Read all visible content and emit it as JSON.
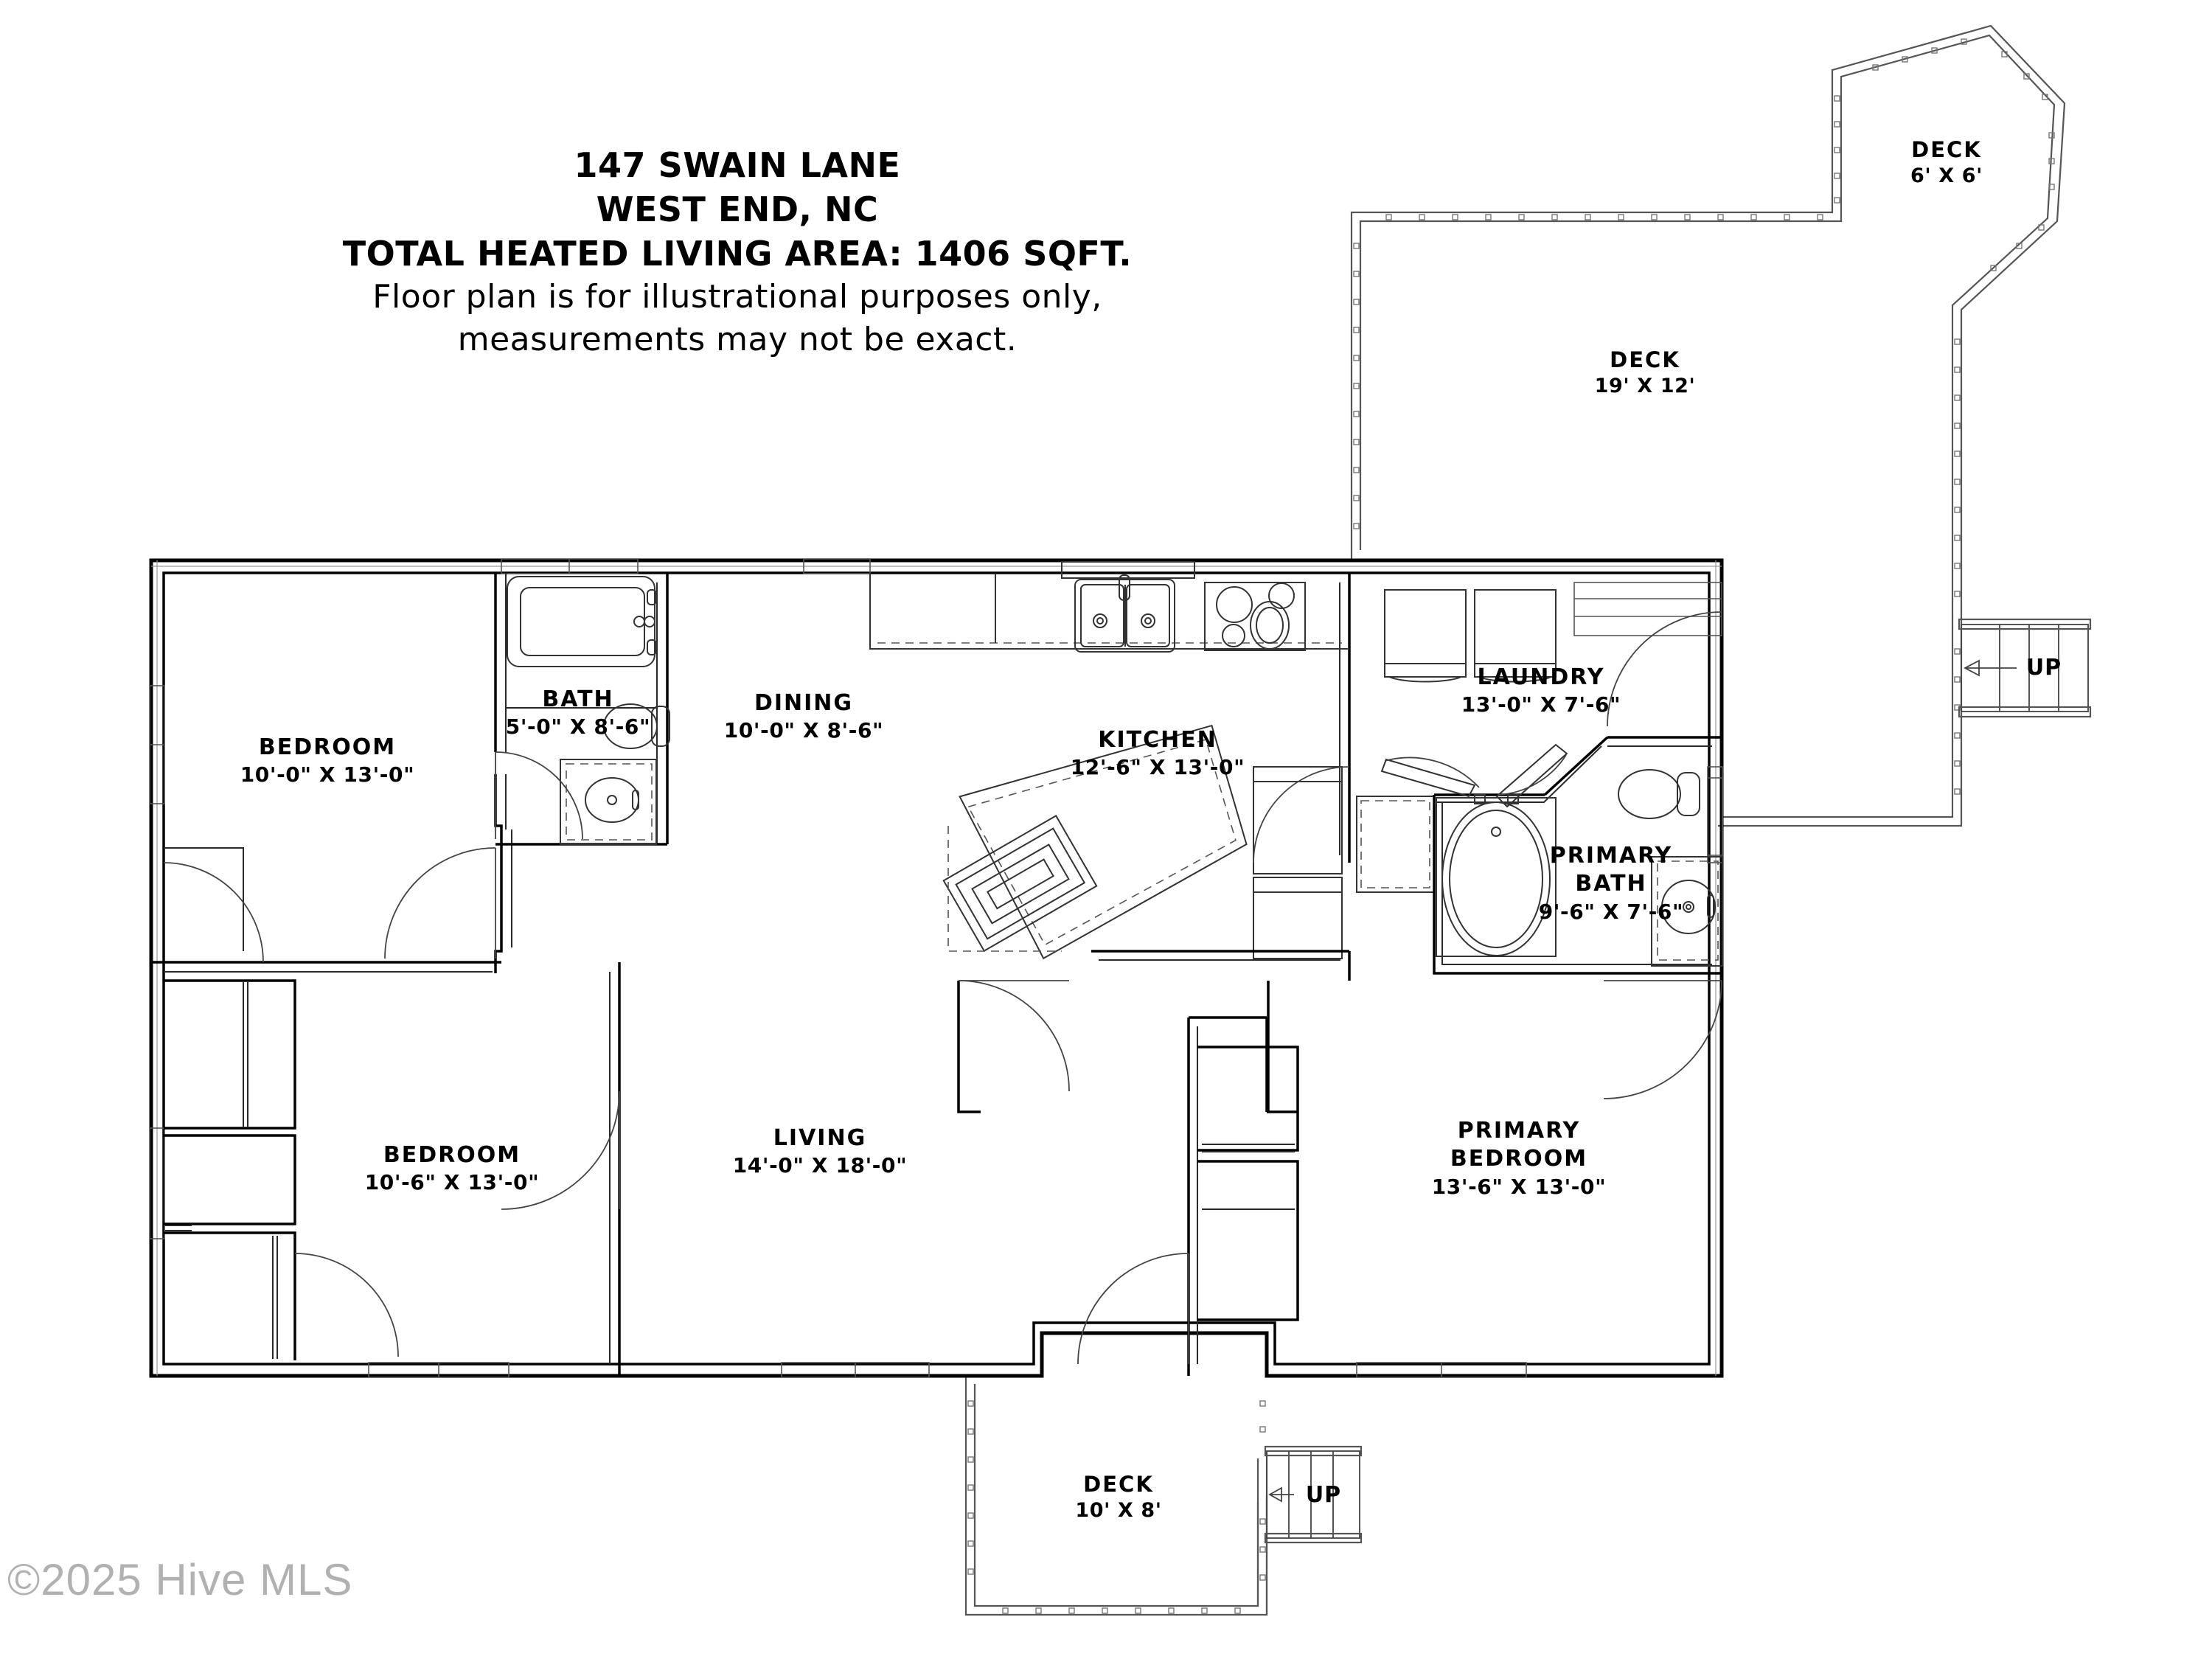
{
  "document": {
    "type": "residential-floor-plan",
    "watermark": "©2025 Hive MLS"
  },
  "title_block": {
    "address": "147 SWAIN LANE",
    "city_state": "WEST END, NC",
    "heated_area": "TOTAL HEATED LIVING AREA: 1406 SQFT.",
    "disclaimer_line1": "Floor plan is for illustrational purposes only,",
    "disclaimer_line2": "measurements may not be exact."
  },
  "rooms": [
    {
      "id": "bedroom-1",
      "name": "BEDROOM",
      "name2": "",
      "dimensions": "10'-0\" X 13'-0\""
    },
    {
      "id": "bath",
      "name": "BATH",
      "name2": "",
      "dimensions": "5'-0\" X 8'-6\""
    },
    {
      "id": "dining",
      "name": "DINING",
      "name2": "",
      "dimensions": "10'-0\" X 8'-6\""
    },
    {
      "id": "kitchen",
      "name": "KITCHEN",
      "name2": "",
      "dimensions": "12'-6\" X 13'-0\""
    },
    {
      "id": "laundry",
      "name": "LAUNDRY",
      "name2": "",
      "dimensions": "13'-0\" X 7'-6\""
    },
    {
      "id": "primary-bath",
      "name": "PRIMARY",
      "name2": "BATH",
      "dimensions": "9'-6\" X 7'-6\""
    },
    {
      "id": "bedroom-2",
      "name": "BEDROOM",
      "name2": "",
      "dimensions": "10'-6\" X 13'-0\""
    },
    {
      "id": "living",
      "name": "LIVING",
      "name2": "",
      "dimensions": "14'-0\" X 18'-0\""
    },
    {
      "id": "primary-bedroom",
      "name": "PRIMARY",
      "name2": "BEDROOM",
      "dimensions": "13'-6\" X 13'-0\""
    }
  ],
  "decks": [
    {
      "id": "deck-small-ne",
      "name": "DECK",
      "dimensions": "6' X 6'"
    },
    {
      "id": "deck-large-ne",
      "name": "DECK",
      "dimensions": "19' X 12'"
    },
    {
      "id": "deck-south",
      "name": "DECK",
      "dimensions": "10' X 8'"
    }
  ],
  "stairs": [
    {
      "id": "stair-east",
      "label": "UP"
    },
    {
      "id": "stair-south",
      "label": "UP"
    }
  ],
  "colors": {
    "wall": "#000000",
    "fixture": "#333333",
    "deck": "#555555",
    "paper": "#ffffff"
  }
}
